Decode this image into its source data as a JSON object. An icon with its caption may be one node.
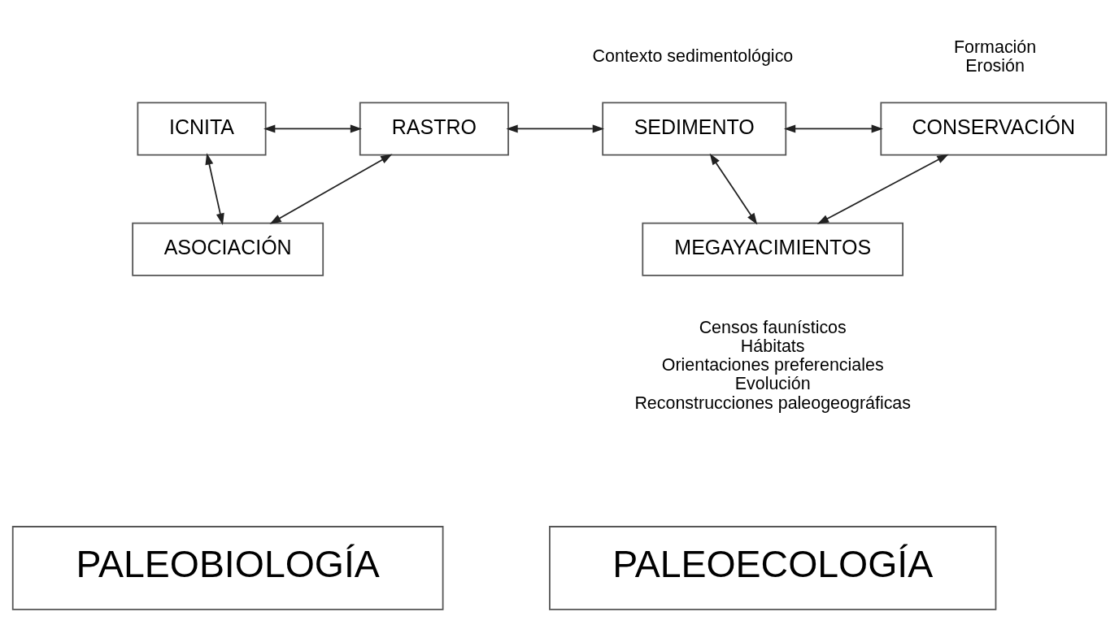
{
  "diagram": {
    "nodes": [
      {
        "text": [
          "ICNITA"
        ]
      },
      {
        "text": [
          "RASTRO"
        ]
      },
      {
        "text": [
          "SEDIMENTO"
        ],
        "beside": [
          "Contexto sedimentológico"
        ]
      },
      {
        "text": [
          "CONSERVACIÓN"
        ],
        "beside": [
          "Formación",
          "Erosión"
        ]
      },
      {
        "text": [
          "ASOCIACIÓN"
        ]
      },
      {
        "text": [
          "MEGAYACIMIENTOS"
        ],
        "beside": [
          "Censos faunísticos",
          "Hábitats",
          "Orientaciones preferenciales",
          "Evolución",
          "Reconstrucciones paleogeográficas"
        ]
      },
      {
        "text": [
          "PALEOBIOLOGÍA"
        ]
      },
      {
        "text": [
          "PALEOECOLOGÍA"
        ]
      }
    ],
    "edges": [
      {
        "from": 0,
        "to": 1,
        "arrow": "both"
      },
      {
        "from": 1,
        "to": 2,
        "arrow": "both"
      },
      {
        "from": 2,
        "to": 3,
        "arrow": "both"
      },
      {
        "from": 0,
        "to": 4,
        "arrow": "both"
      },
      {
        "from": 4,
        "to": 1,
        "arrow": "both"
      },
      {
        "from": 2,
        "to": 5,
        "arrow": "both"
      },
      {
        "from": 5,
        "to": 3,
        "arrow": "both"
      }
    ]
  }
}
